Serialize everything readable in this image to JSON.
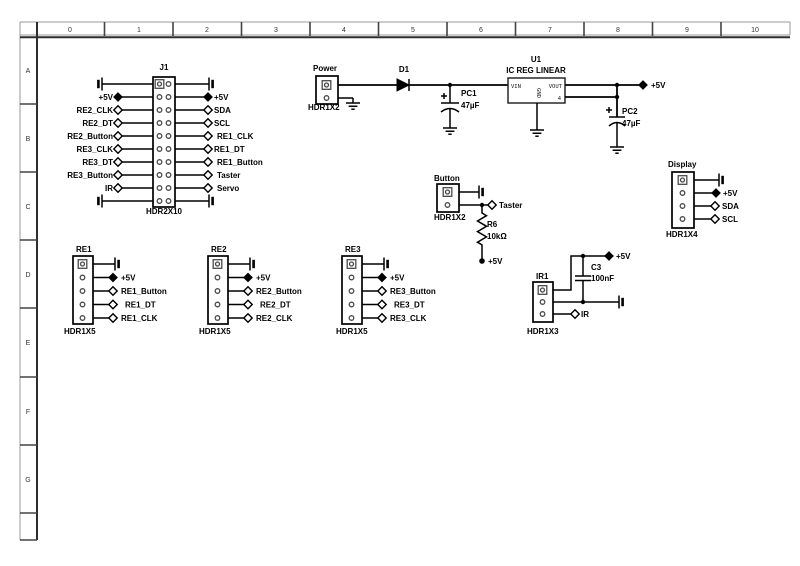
{
  "frame": {
    "columns": [
      "0",
      "1",
      "2",
      "3",
      "4",
      "5",
      "6",
      "7",
      "8",
      "9",
      "10"
    ],
    "rows": [
      "A",
      "B",
      "C",
      "D",
      "E",
      "F",
      "G"
    ]
  },
  "rails": {
    "vcc": "+5V"
  },
  "j1": {
    "title": "J1",
    "footprint": "HDR2X10",
    "left": [
      "+5V",
      "RE2_CLK",
      "RE2_DT",
      "RE2_Button",
      "RE3_CLK",
      "RE3_DT",
      "RE3_Button",
      "IR"
    ],
    "right": [
      "+5V",
      "SDA",
      "SCL",
      "RE1_CLK",
      "RE1_DT",
      "RE1_Button",
      "Taster",
      "Servo"
    ]
  },
  "power": {
    "title": "Power",
    "footprint": "HDR1X2"
  },
  "d1": {
    "ref": "D1"
  },
  "pc1": {
    "ref": "PC1",
    "value": "47µF"
  },
  "u1": {
    "ref": "U1",
    "title": "IC REG LINEAR",
    "vin": "VIN",
    "vout": "VOUT",
    "gnd": "GND",
    "pin4": "4"
  },
  "pc2": {
    "ref": "PC2",
    "value": "47µF"
  },
  "button": {
    "title": "Button",
    "footprint": "HDR1X2",
    "net": "Taster"
  },
  "r6": {
    "ref": "R6",
    "value": "10kΩ"
  },
  "display": {
    "title": "Display",
    "footprint": "HDR1X4",
    "nets": [
      "+5V",
      "SDA",
      "SCL"
    ]
  },
  "re1": {
    "title": "RE1",
    "footprint": "HDR1X5",
    "nets": [
      "+5V",
      "RE1_Button",
      "RE1_DT",
      "RE1_CLK"
    ]
  },
  "re2": {
    "title": "RE2",
    "footprint": "HDR1X5",
    "nets": [
      "+5V",
      "RE2_Button",
      "RE2_DT",
      "RE2_CLK"
    ]
  },
  "re3": {
    "title": "RE3",
    "footprint": "HDR1X5",
    "nets": [
      "+5V",
      "RE3_Button",
      "RE3_DT",
      "RE3_CLK"
    ]
  },
  "ir1": {
    "title": "IR1",
    "footprint": "HDR1X3",
    "net": "IR"
  },
  "c3": {
    "ref": "C3",
    "value": "100nF"
  }
}
